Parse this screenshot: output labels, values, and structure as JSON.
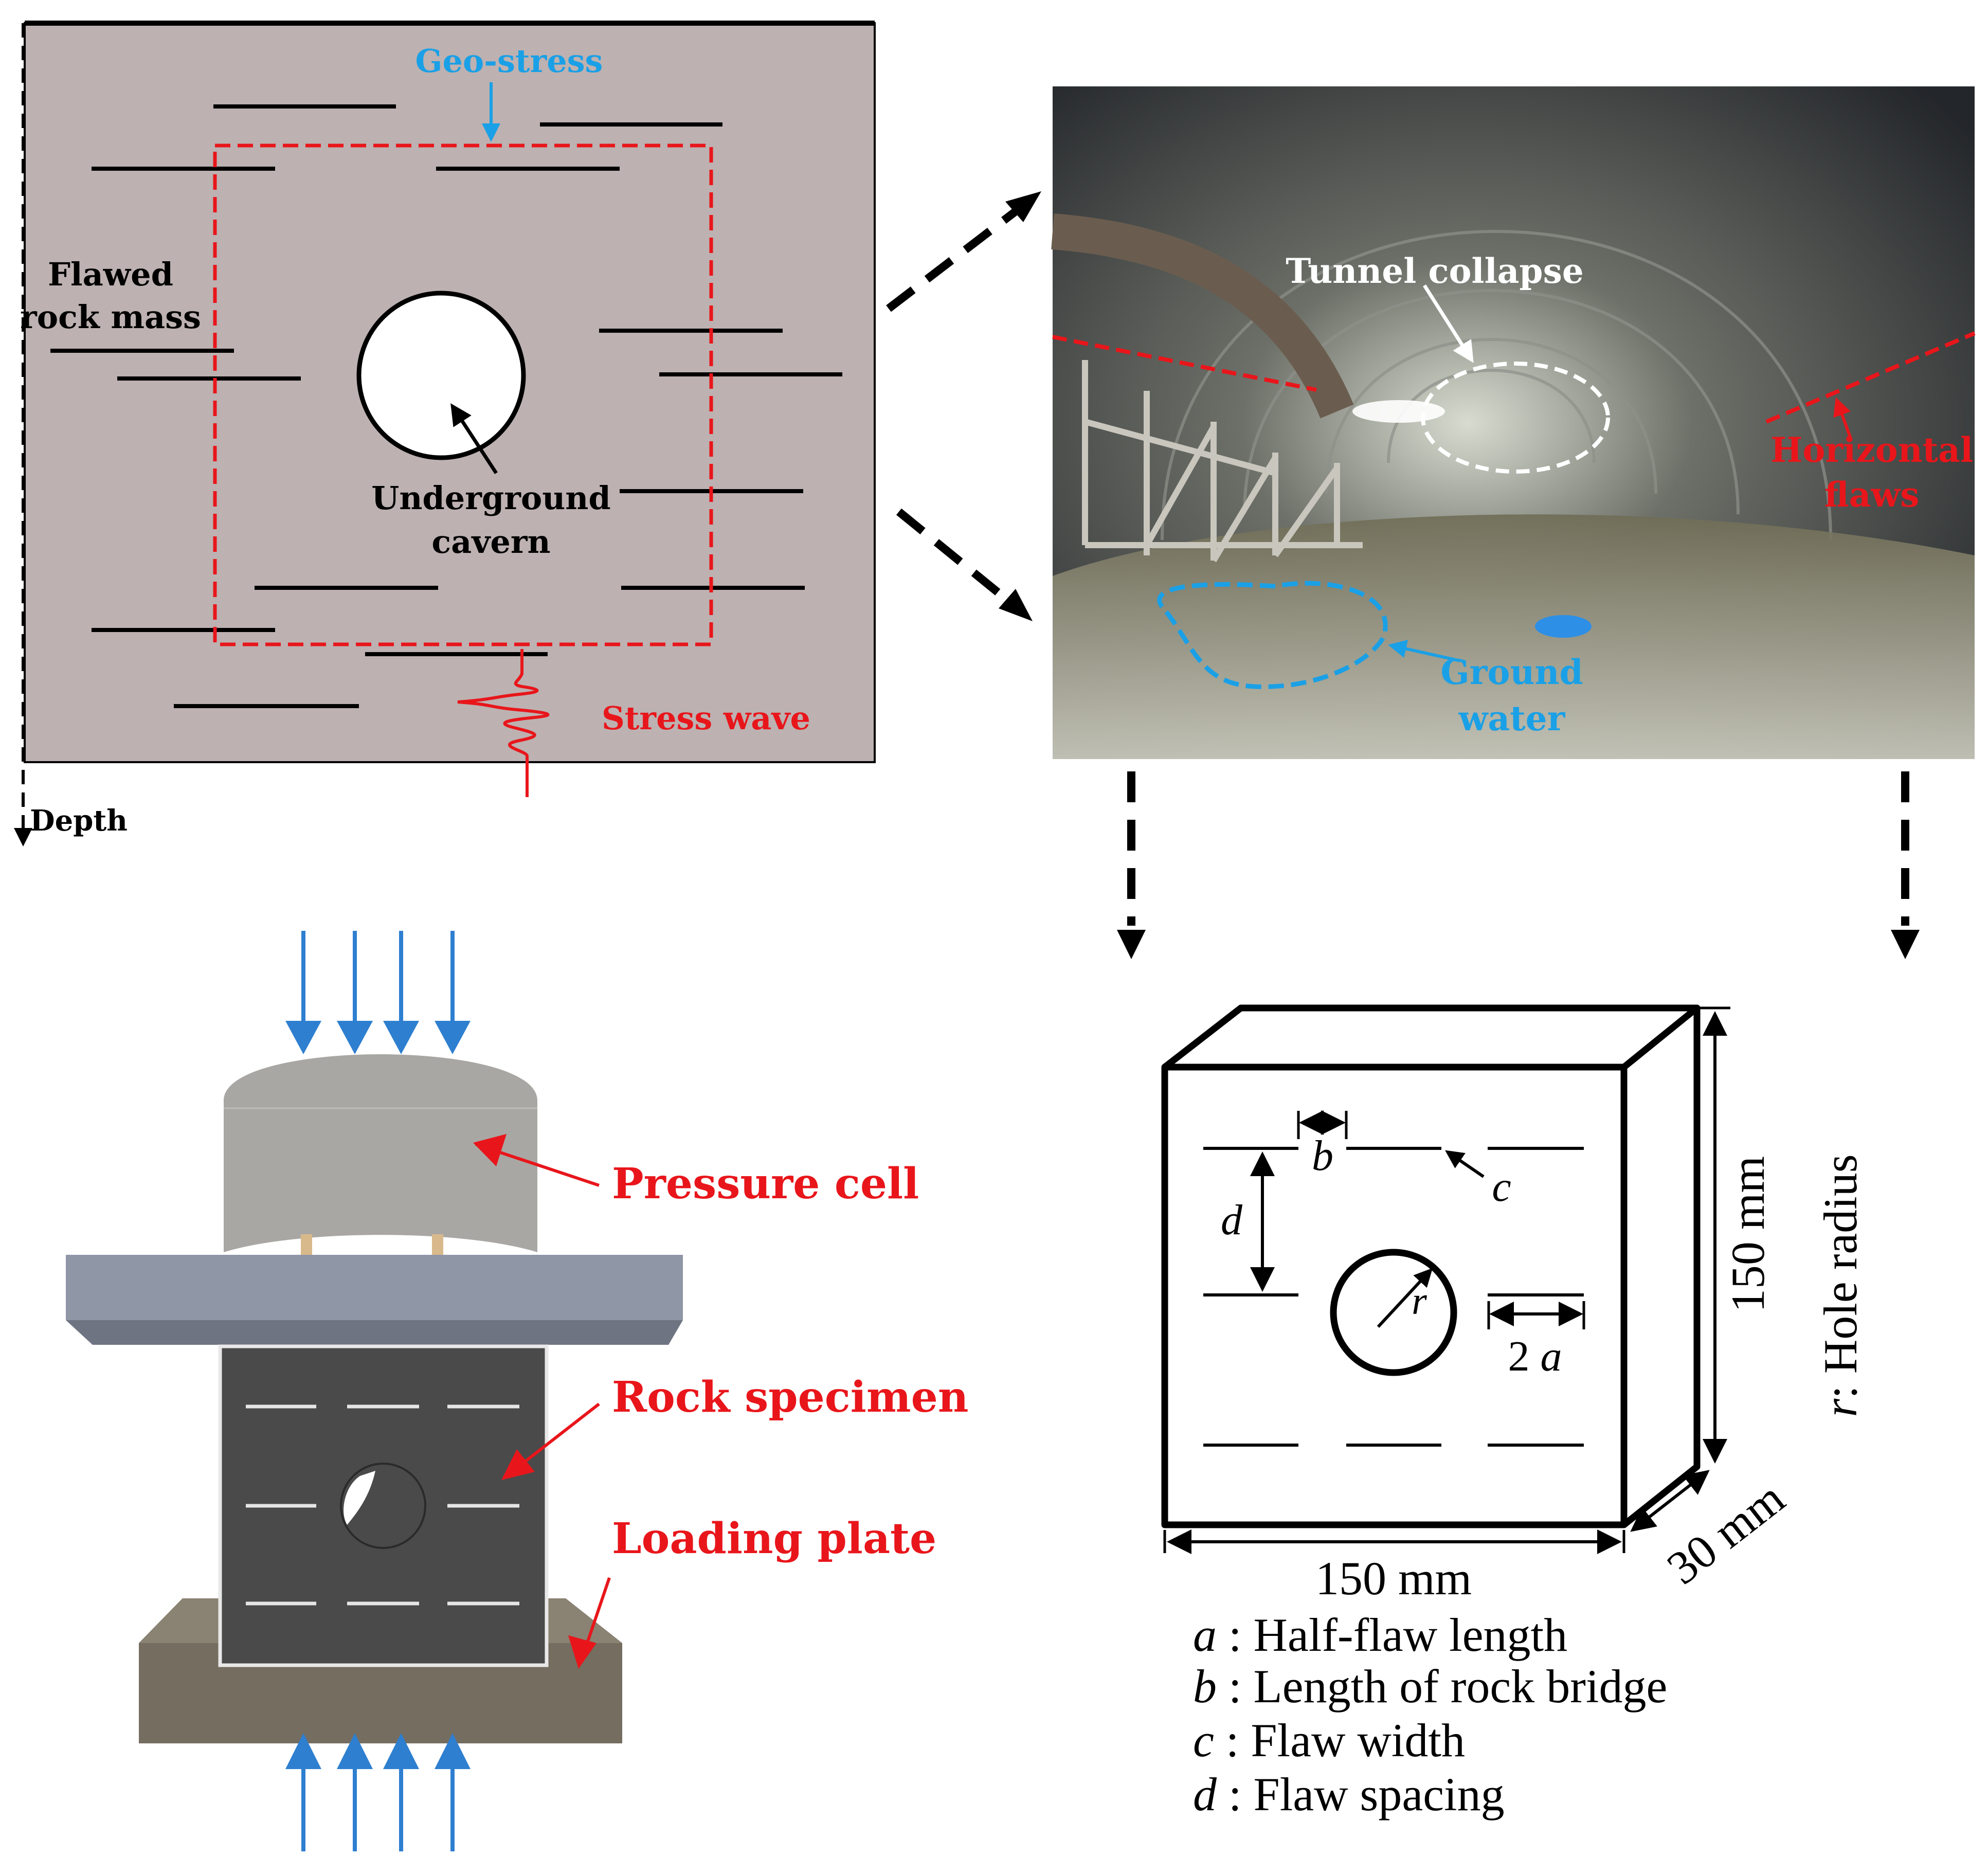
{
  "colors": {
    "panel_bg": "#bdb1b1",
    "label_red": "#e8161b",
    "label_blue": "#1aa0e6",
    "arrow_blue": "#2e7fd0",
    "pressure_cell": "#a9a7a3",
    "top_plate": "#8f96a6",
    "specimen": "#4a4a4a",
    "bottom_plate": "#746d60"
  },
  "panel_a": {
    "geo_stress": "Geo-stress",
    "flawed_rock_mass_line1": "Flawed",
    "flawed_rock_mass_line2": "rock mass",
    "cavern_line1": "Underground",
    "cavern_line2": "cavern",
    "stress_wave": "Stress wave",
    "depth": "Depth"
  },
  "panel_b": {
    "tunnel_collapse": "Tunnel collapse",
    "horizontal_flaws_line1": "Horizontal",
    "horizontal_flaws_line2": "flaws",
    "ground_water_line1": "Ground",
    "ground_water_line2": "water"
  },
  "panel_c": {
    "pressure_cell": "Pressure cell",
    "rock_specimen": "Rock specimen",
    "loading_plate": "Loading plate"
  },
  "panel_d": {
    "label_b": "b",
    "label_c": "c",
    "label_d": "d",
    "label_r": "r",
    "label_2a_num": "2",
    "label_2a_var": "a",
    "width_label": "150 mm",
    "height_label": "150 mm",
    "depth_label": "30 mm",
    "hole_radius_var": "r",
    "hole_radius_text": ": Hole radius",
    "legend": [
      {
        "var": "a",
        "text": " : Half-flaw length"
      },
      {
        "var": "b",
        "text": " : Length of rock bridge"
      },
      {
        "var": "c",
        "text": " : Flaw width"
      },
      {
        "var": "d",
        "text": " : Flaw spacing"
      }
    ]
  }
}
